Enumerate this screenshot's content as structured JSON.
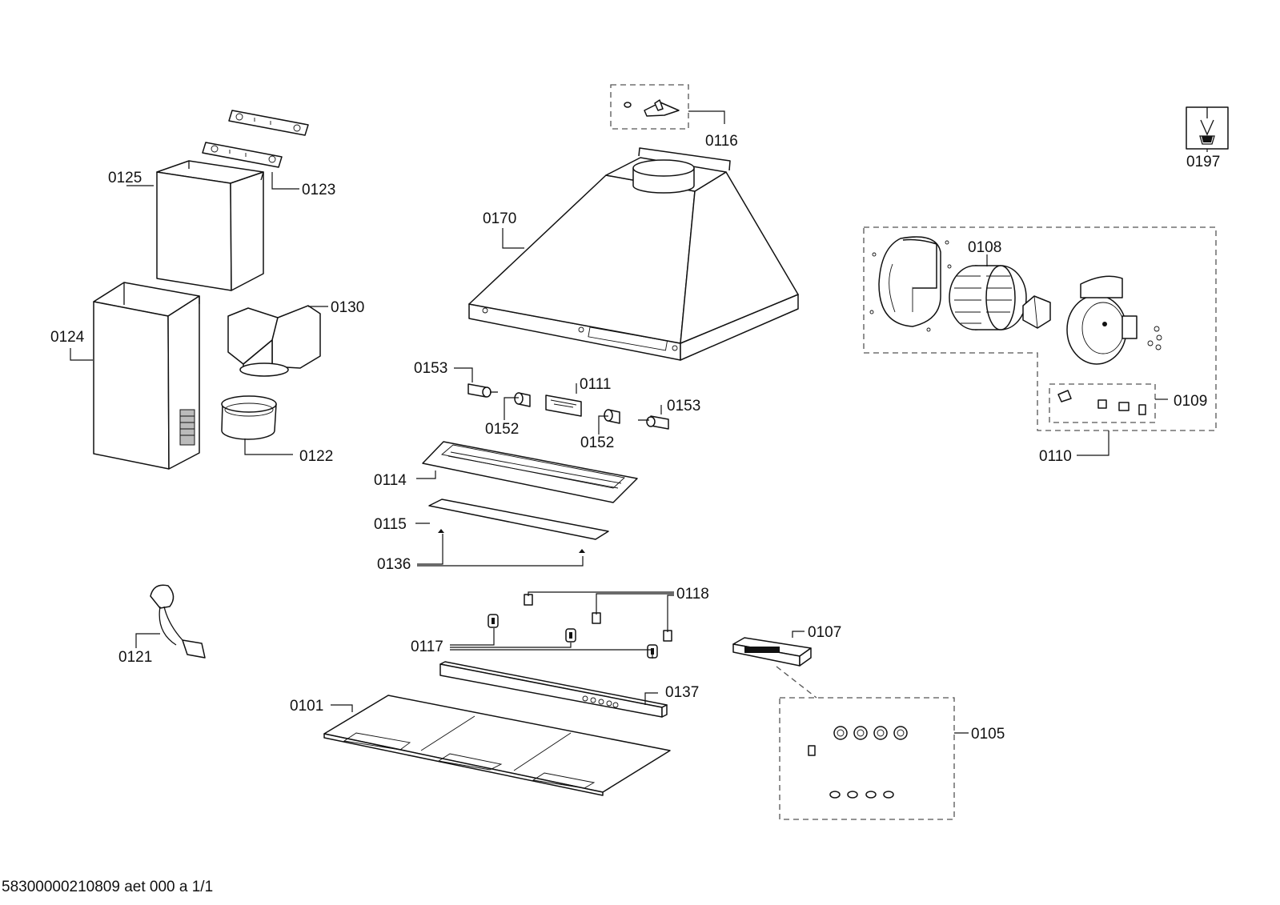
{
  "parts": {
    "p0101": "0101",
    "p0105": "0105",
    "p0107": "0107",
    "p0108": "0108",
    "p0109": "0109",
    "p0110": "0110",
    "p0111": "0111",
    "p0114": "0114",
    "p0115": "0115",
    "p0116": "0116",
    "p0117": "0117",
    "p0118": "0118",
    "p0121": "0121",
    "p0122": "0122",
    "p0123": "0123",
    "p0124": "0124",
    "p0125": "0125",
    "p0130": "0130",
    "p0136": "0136",
    "p0137": "0137",
    "p0152": "0152",
    "p0153": "0153",
    "p0170": "0170",
    "p0197": "0197"
  },
  "footer": "58300000210809 aet 000 a 1/1"
}
